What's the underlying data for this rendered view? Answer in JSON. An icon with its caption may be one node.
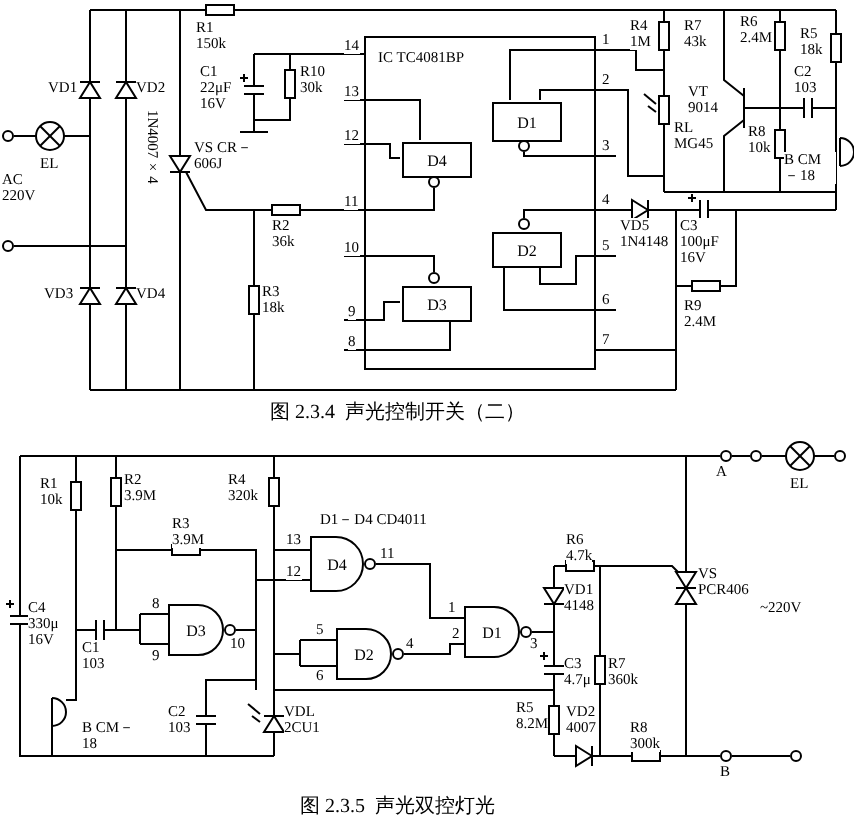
{
  "diagram": {
    "nodes": [
      {
        "text": [
          "IC TC4081BP"
        ]
      },
      {
        "text": [
          "D4"
        ],
        "in": 0
      },
      {
        "text": [
          "D1"
        ],
        "in": 0
      },
      {
        "text": [
          "D2"
        ],
        "in": 0
      },
      {
        "text": [
          "D3"
        ],
        "in": 0
      },
      {
        "text": [
          "D4"
        ]
      },
      {
        "text": [
          "D3"
        ]
      },
      {
        "text": [
          "D2"
        ]
      },
      {
        "text": [
          "D1"
        ]
      }
    ],
    "labels": [
      "VD1",
      "VD2",
      "1N4007×4",
      "EL",
      "AC 220V",
      "VD3",
      "VD4",
      "R1 150k",
      "C1 22μF 16V",
      "R10 30k",
      "VS CR－606J",
      "R2 36k",
      "R3 18k",
      "14",
      "13",
      "12",
      "11",
      "10",
      "9",
      "8",
      "1",
      "2",
      "3",
      "4",
      "5",
      "6",
      "7",
      "R4 1M",
      "RL MG45",
      "R7 43k",
      "R6 2.4M",
      "R5 18k",
      "VT 9014",
      "C2 103",
      "R8 10k",
      "B CM－18",
      "VD5 1N4148",
      "C3 100μF 16V",
      "R9 2.4M",
      "图 2.3.4  声光控制开关（二）",
      "R1 10k",
      "R2 3.9M",
      "R4 320k",
      "R3 3.9M",
      "D1－D4 CD4011",
      "C4 330μ 16V",
      "C1 103",
      "8",
      "9",
      "10",
      "13",
      "12",
      "11",
      "5",
      "6",
      "4",
      "1",
      "2",
      "3",
      "B CM－18",
      "C2 103",
      "VDL 2CU1",
      "A",
      "EL",
      "R6 4.7k",
      "VD1 4148",
      "VS PCR406",
      "~220V",
      "C3 4.7μ",
      "R7 360k",
      "R5 8.2M",
      "VD2 4007",
      "R8 300k",
      "B",
      "图 2.3.5  声光双控灯光"
    ]
  }
}
